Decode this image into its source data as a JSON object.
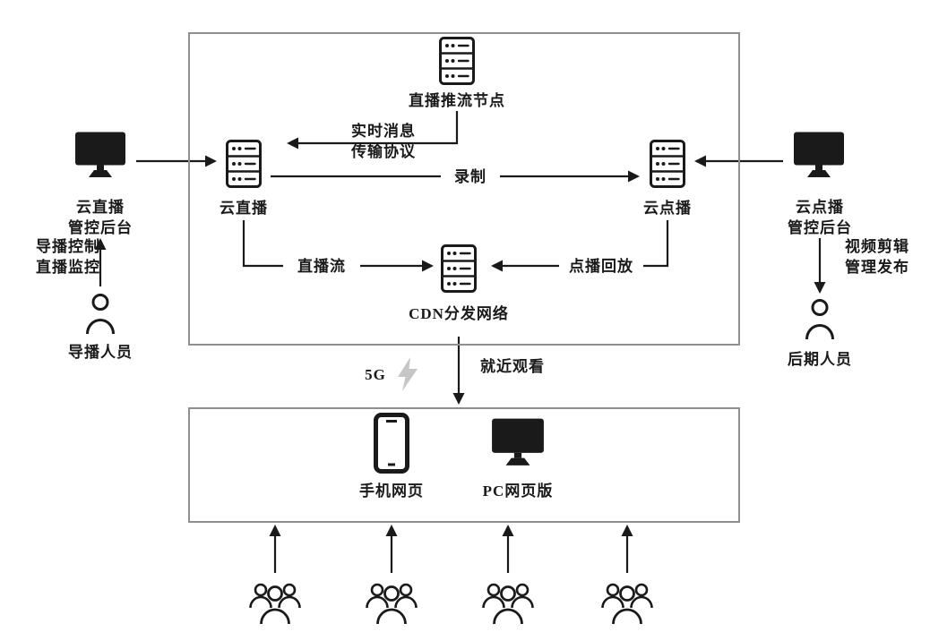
{
  "colors": {
    "ink": "#1a1a1a",
    "zone_border": "#8f8f8f",
    "lightning": "#c6c6c6",
    "background": "#ffffff"
  },
  "icons": [
    "server-icon",
    "monitor-icon",
    "phone-icon",
    "person-icon",
    "audience-group-icon",
    "lightning-icon"
  ],
  "cloud_zone": {
    "push_node_label": "直播推流节点",
    "cloud_live_label": "云直播",
    "cloud_vod_label": "云点播",
    "cdn_label": "CDN分发网络"
  },
  "edges": {
    "realtime_protocol": "实时消息\n传输协议",
    "record": "录制",
    "live_stream": "直播流",
    "vod_playback": "点播回放",
    "nearby_watch": "就近观看",
    "network": "5G"
  },
  "left_side": {
    "console_label": "云直播\n管控后台",
    "flow_label": "导播控制\n直播监控",
    "person_label": "导播人员"
  },
  "right_side": {
    "console_label": "云点播\n管控后台",
    "flow_label": "视频剪辑\n管理发布",
    "person_label": "后期人员"
  },
  "client_zone": {
    "mobile_label": "手机网页",
    "pc_label": "PC网页版"
  }
}
